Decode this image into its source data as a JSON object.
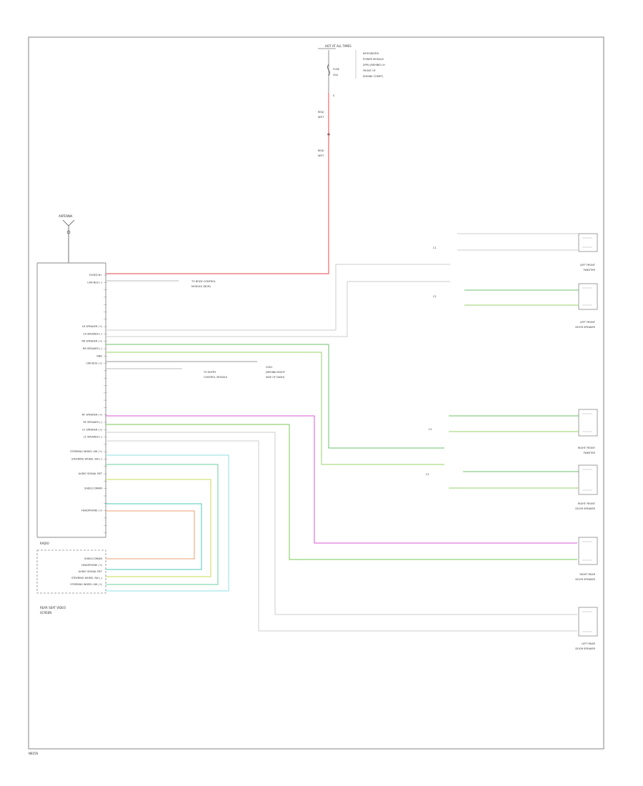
{
  "diagram": {
    "power_source": {
      "top_label": "HOT AT ALL TIMES",
      "note_lines": [
        "INTEGRATED",
        "POWER MODULE",
        "(IPM) (BEHIND LH",
        "FRONT OF",
        "ENGINE COMPT)"
      ],
      "fuse_label": "FUSE",
      "fuse_amp": "20A",
      "splice_label": "S",
      "wire_lines": [
        "RED/",
        "WHT"
      ],
      "wire_lines_2": [
        "RED/",
        "WHT"
      ]
    },
    "antenna": {
      "label": "ANTENNA"
    },
    "radio": {
      "name": "RADIO",
      "pin_labels": [
        "FUSED B+",
        "CAN BUS (-)",
        "",
        "",
        "",
        "",
        "",
        "LR SPEAKER (+)",
        "LR SPEAKER (-)",
        "RR SPEAKER (+)",
        "RR SPEAKER (-)",
        "GND",
        "CAN BUS (+)",
        "",
        "",
        "",
        "",
        "",
        "",
        "RF SPEAKER (+)",
        "RF SPEAKER (-)",
        "LF SPEAKER (+)",
        "LF SPEAKER (-)",
        "",
        "STEERING WHEEL SW (+)",
        "STEERING WHEEL SW (-)",
        "",
        "AUDIO SIGNAL RET",
        "",
        "SHIELD DRAIN",
        "",
        "",
        "HEADPHONE (+)",
        "",
        "",
        ""
      ]
    },
    "connectors": {
      "a": {
        "line1": "TO BODY CONTROL",
        "line2": "MODULE (BCM)"
      },
      "b": {
        "line1": "TO ENTRY",
        "line2": "CONTROL MODULE"
      },
      "ground": {
        "line1": "G301",
        "line2": "(BEHIND RIGHT",
        "line3": "SIDE OF DASH)"
      }
    },
    "rear_module": {
      "name": "REAR SEAT VIDEO",
      "name2": "SCREEN",
      "pin_labels": [
        "SHIELD DRAIN",
        "HEADPHONE (+)",
        "AUDIO SIGNAL RET",
        "STEERING WHEEL SW (-)",
        "STEERING WHEEL SW (+)"
      ]
    },
    "right_labels": [
      {
        "line1": "LEFT FRONT",
        "line2": "TWEETER"
      },
      {
        "line1": "LEFT FRONT",
        "line2": "DOOR SPEAKER"
      },
      {
        "line1": "RIGHT FRONT",
        "line2": "TWEETER"
      },
      {
        "line1": "RIGHT FRONT",
        "line2": "DOOR SPEAKER"
      },
      {
        "line1": "RIGHT REAR",
        "line2": "DOOR SPEAKER"
      },
      {
        "line1": "LEFT REAR",
        "line2": "DOOR SPEAKER"
      }
    ],
    "connector_tags": [
      "C1",
      "C2",
      "C1",
      "C2"
    ],
    "footer_code": "N8256"
  }
}
